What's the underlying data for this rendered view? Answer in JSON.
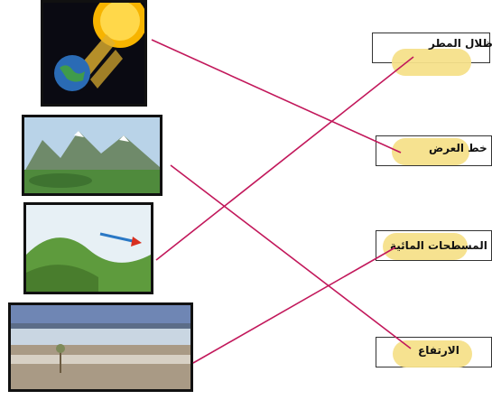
{
  "labels": [
    {
      "id": "rain-shadow",
      "text": "ظلال المطر"
    },
    {
      "id": "latitude",
      "text": "خط العرض"
    },
    {
      "id": "water-bodies",
      "text": "المسطحات المائية"
    },
    {
      "id": "altitude",
      "text": "الارتفاع"
    }
  ],
  "images": [
    {
      "id": "sun-earth",
      "icon": "sun-earth-image"
    },
    {
      "id": "mountains",
      "icon": "mountain-valley-image"
    },
    {
      "id": "hills-wind",
      "icon": "hills-wind-arrow-image"
    },
    {
      "id": "lake-shore",
      "icon": "lake-shore-image"
    }
  ],
  "connections": [
    {
      "image": "sun-earth",
      "label": "latitude"
    },
    {
      "image": "mountains",
      "label": "altitude"
    },
    {
      "image": "hills-wind",
      "label": "rain-shadow"
    },
    {
      "image": "lake-shore",
      "label": "water-bodies"
    }
  ],
  "colors": {
    "line": "#c2185b",
    "pill": "#f6e08a"
  }
}
